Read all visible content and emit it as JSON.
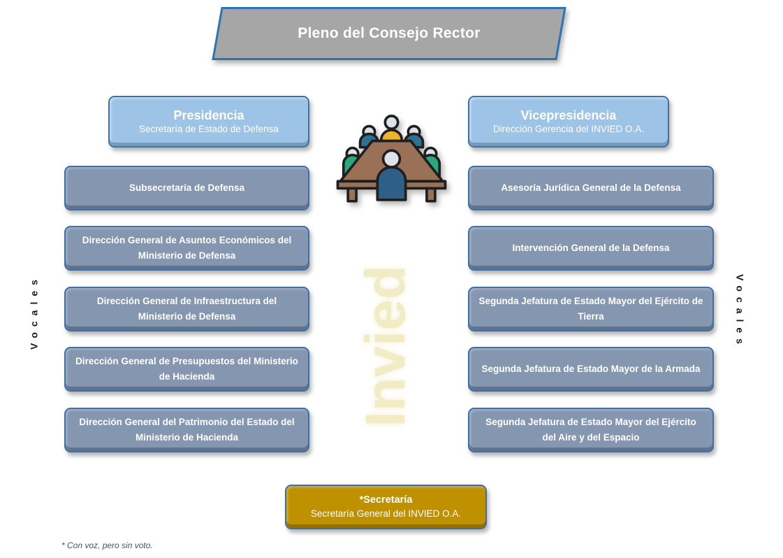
{
  "banner": {
    "title": "Pleno del Consejo Rector"
  },
  "columns": {
    "left": {
      "head": {
        "title": "Presidencia",
        "subtitle": "Secretaría de Estado de Defensa"
      },
      "members": [
        "Subsecretaría de Defensa",
        "Dirección General de Asuntos Económicos del Ministerio de Defensa",
        "Dirección General de Infraestructura del Ministerio de Defensa",
        "Dirección General de Presupuestos del Ministerio de Hacienda",
        "Dirección General del Patrimonio del Estado del Ministerio de Hacienda"
      ]
    },
    "right": {
      "head": {
        "title": "Vicepresidencia",
        "subtitle": "Dirección Gerencia del INVIED O.A."
      },
      "members": [
        "Asesoría Jurídica General de la Defensa",
        "Intervención General de la Defensa",
        "Segunda Jefatura de Estado Mayor del Ejército de Tierra",
        "Segunda Jefatura de Estado Mayor de la Armada",
        "Segunda Jefatura de Estado Mayor del Ejército del Aire y del Espacio"
      ]
    }
  },
  "side_labels": {
    "left": "Vocales",
    "right": "Vocales"
  },
  "secretary": {
    "title": "*Secretaría",
    "subtitle": "Secretaría General del INVIED O.A."
  },
  "footnote": "* Con voz, pero sin voto.",
  "watermark": "Invied",
  "icons": {
    "center": "meeting-table-icon"
  },
  "colors": {
    "banner_fill": "#A6A6A6",
    "border_blue": "#2E74B5",
    "head_fill": "#9DC3E6",
    "member_fill": "#8496B0",
    "secretary_fill": "#BF9000",
    "footnote_text": "#44546A",
    "watermark": "#F2ECC6",
    "table_brown": "#9A7157",
    "person_yellow": "#F0B42C",
    "person_teal": "#2E6F94",
    "person_green": "#27A97D",
    "person_navy": "#2E5F88"
  }
}
